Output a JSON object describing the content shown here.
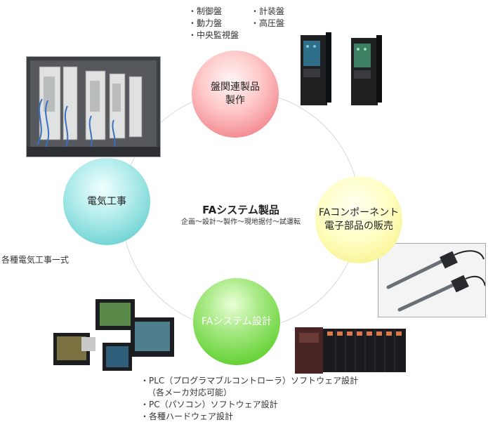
{
  "top_list": {
    "col1": [
      "・制御盤",
      "・動力盤",
      "・中央監視盤"
    ],
    "col2": [
      "・計装盤",
      "・高圧盤"
    ]
  },
  "nodes": {
    "panel": {
      "line1": "盤関連製品",
      "line2": "製作"
    },
    "component": {
      "line1": "FAコンポーネント",
      "line2": "電子部品の販売"
    },
    "system_design": {
      "label": "FAシステム設計"
    },
    "electrical": {
      "label": "電気工事"
    }
  },
  "center": {
    "title": "FAシステム製品",
    "subtitle": "企画～設計～製作～現地据付～試運転"
  },
  "electrical_note": "各種電気工事一式",
  "bottom_list": [
    "・PLC（プログラマブルコントローラ）ソフトウェア設計",
    "（各メーカ対応可能）",
    "・PC（パソコン）ソフトウェア設計",
    "・各種ハードウェア設計"
  ],
  "colors": {
    "panel": "#f2888f",
    "component": "#f6f28e",
    "system_design": "#6ad43c",
    "electrical": "#6fd3d3",
    "ring": "#d9d9d9"
  }
}
